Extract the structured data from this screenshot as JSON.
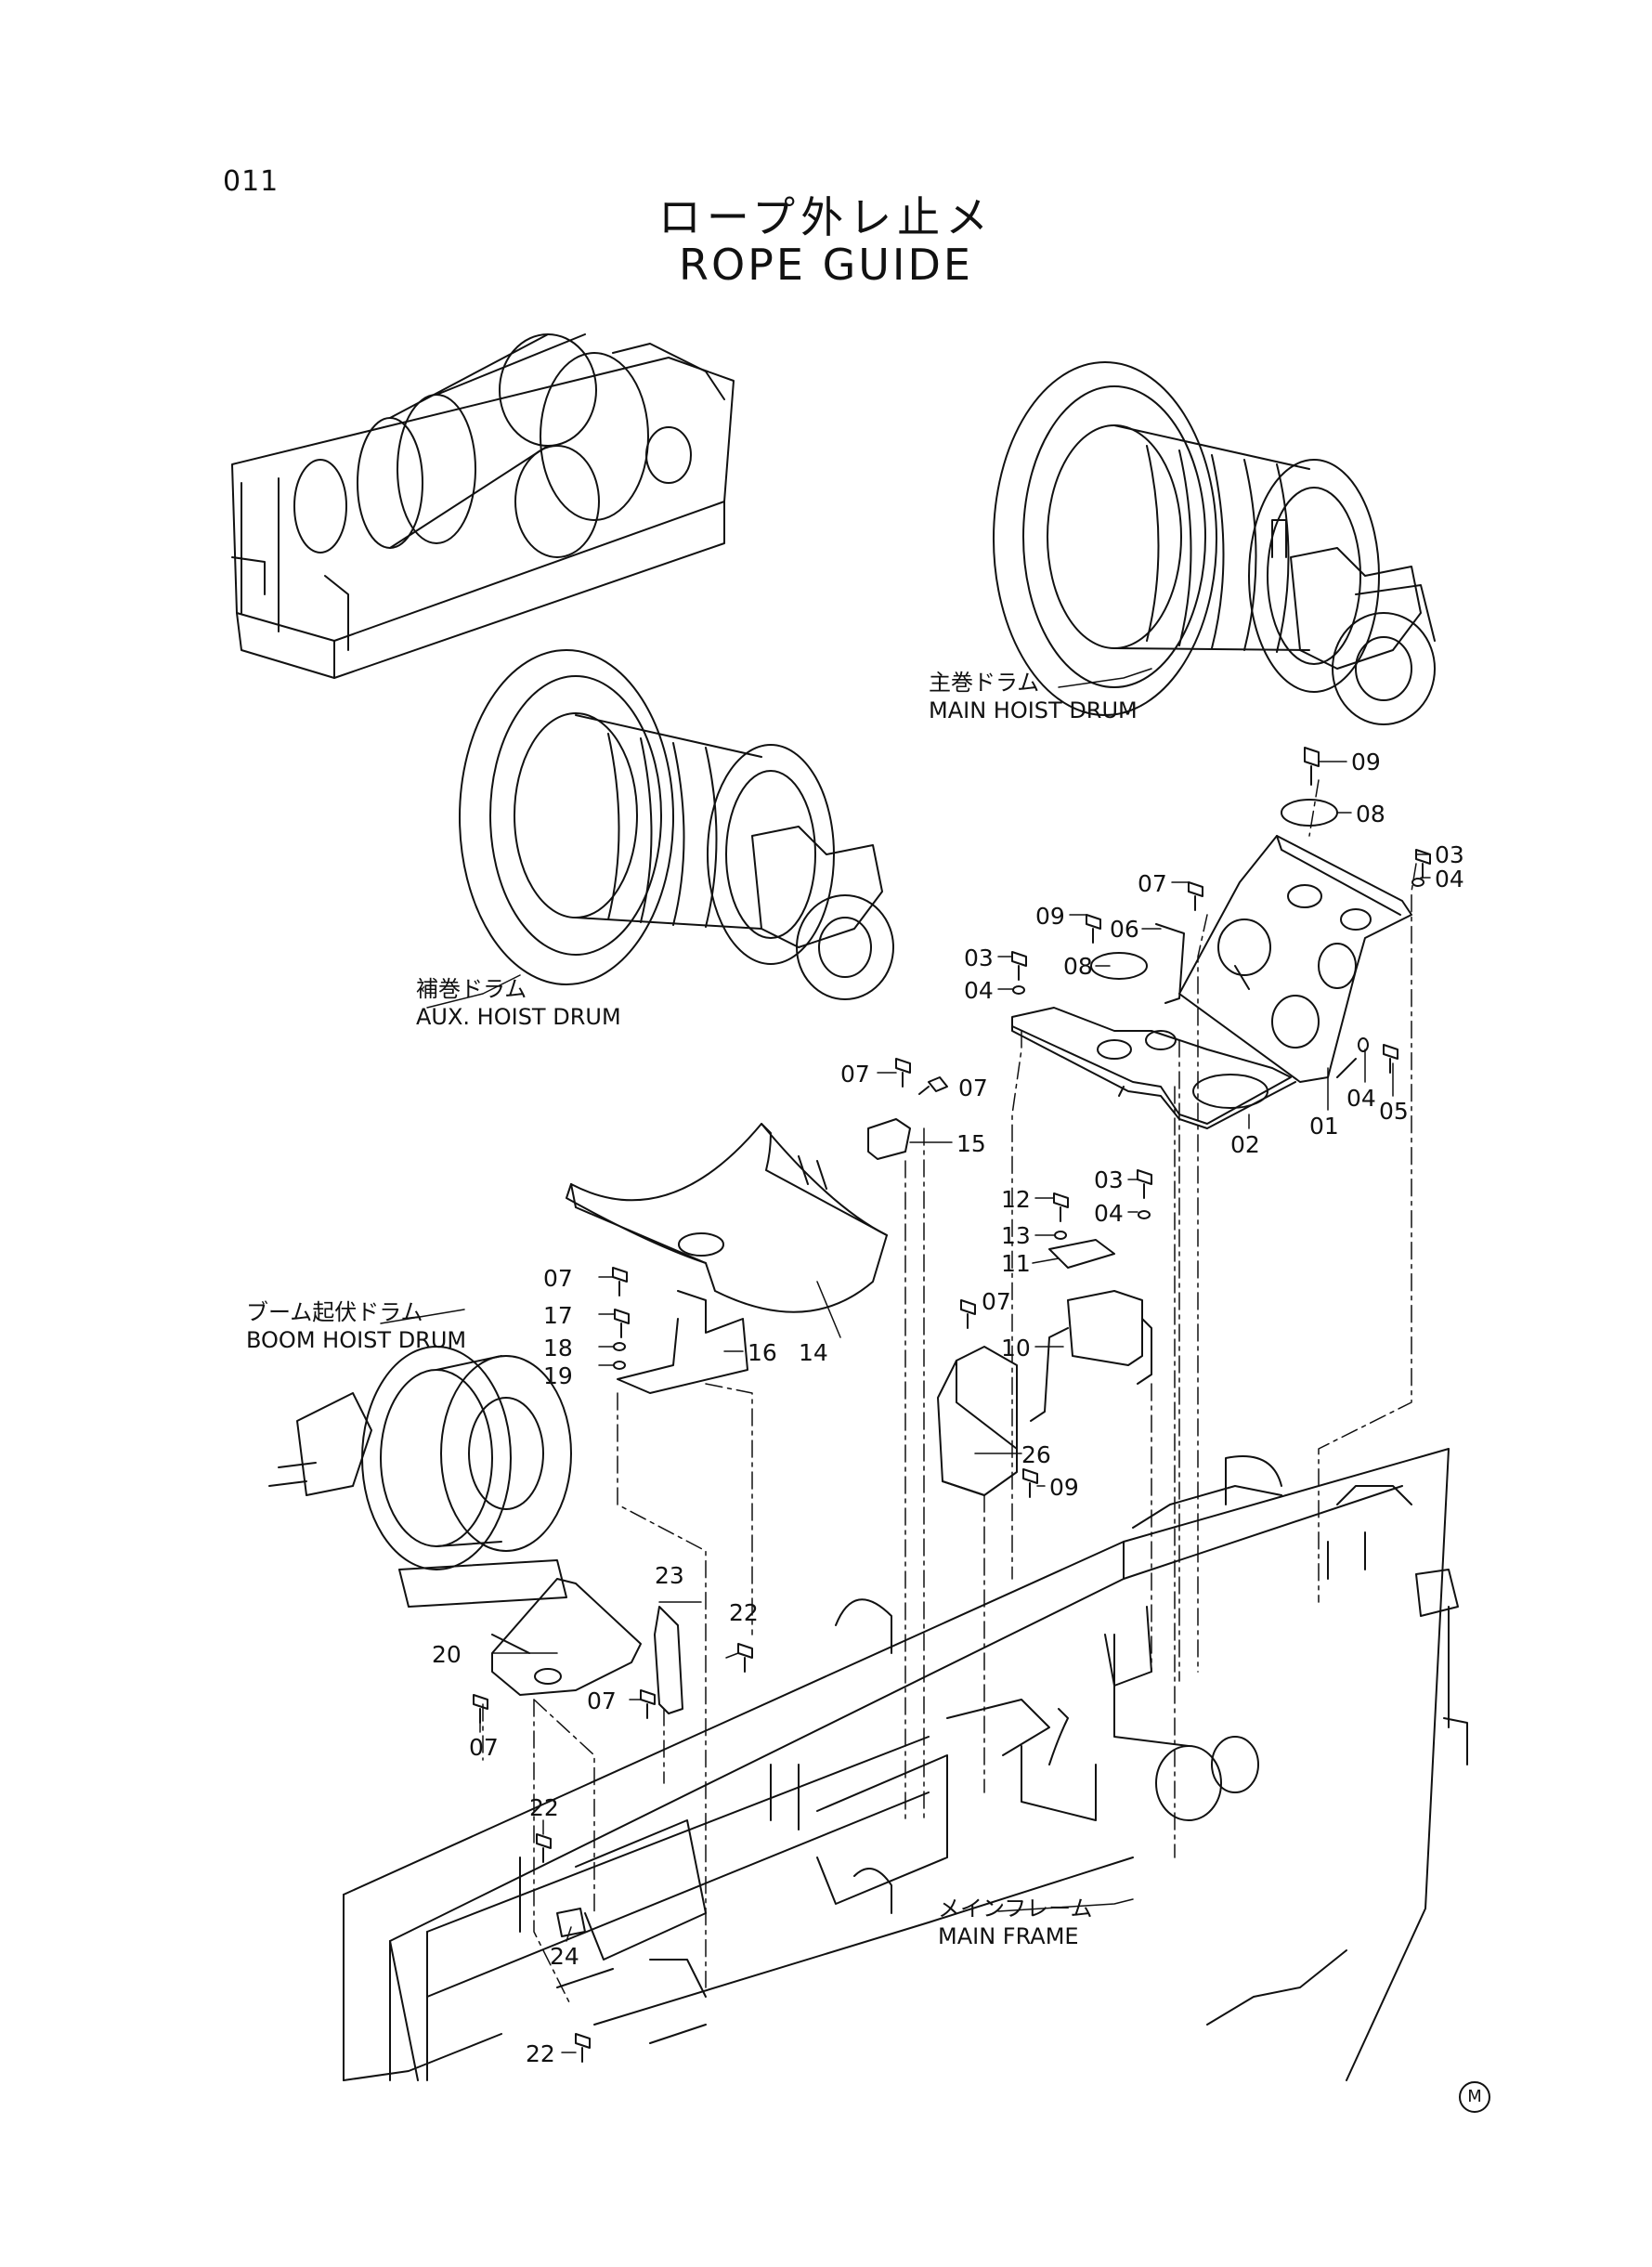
{
  "page_number": "011",
  "title_jp": "ロープ外レ止メ",
  "title_en": "ROPE GUIDE",
  "assemblies": [
    {
      "jp": "主巻ドラム",
      "en": "MAIN HOIST DRUM"
    },
    {
      "jp": "補巻ドラム",
      "en": "AUX. HOIST DRUM"
    },
    {
      "jp": "ブーム起伏ドラム",
      "en": "BOOM HOIST DRUM"
    },
    {
      "jp": "メインフレーム",
      "en": "MAIN FRAME"
    }
  ],
  "part_labels": [
    "09",
    "08",
    "03",
    "04",
    "07",
    "09",
    "06",
    "08",
    "03",
    "04",
    "04",
    "05",
    "01",
    "02",
    "07",
    "07",
    "15",
    "03",
    "12",
    "04",
    "13",
    "11",
    "07",
    "17",
    "18",
    "19",
    "16",
    "14",
    "07",
    "10",
    "26",
    "09",
    "23",
    "22",
    "20",
    "07",
    "07",
    "22",
    "24",
    "22"
  ],
  "revision_mark": "M"
}
